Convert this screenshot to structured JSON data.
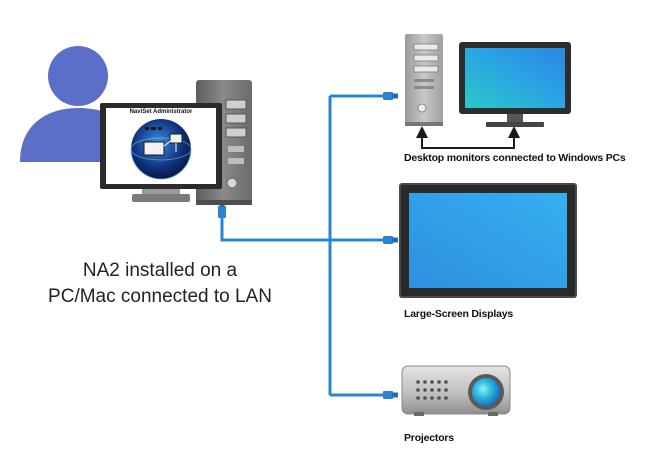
{
  "admin": {
    "screen_title": "NaviSet Administrator",
    "caption_line1": "NA2 installed on a",
    "caption_line2": "PC/Mac connected to LAN"
  },
  "endpoints": [
    {
      "label": "Desktop monitors connected to Windows PCs",
      "icon": "desktop-pc-monitor-icon"
    },
    {
      "label": "Large-Screen Displays",
      "icon": "large-display-icon"
    },
    {
      "label": "Projectors",
      "icon": "projector-icon"
    }
  ],
  "colors": {
    "cable": "#2a84d2",
    "user": "#5b6fc9",
    "screen_blue": "#2e9be6",
    "screen_cyan": "#28d2c8",
    "case_gray": "#7f7f7f"
  }
}
